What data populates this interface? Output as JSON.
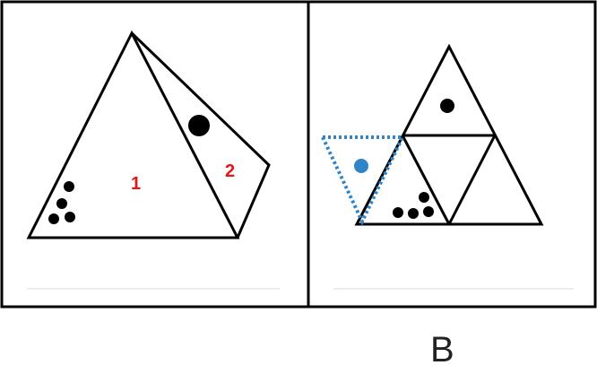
{
  "panel_left": {
    "region_labels": [
      "1",
      "2"
    ]
  },
  "figure_label": "B",
  "colors": {
    "outline": "#000000",
    "region_label": "#e8141c",
    "highlight": "#2f85c8"
  }
}
